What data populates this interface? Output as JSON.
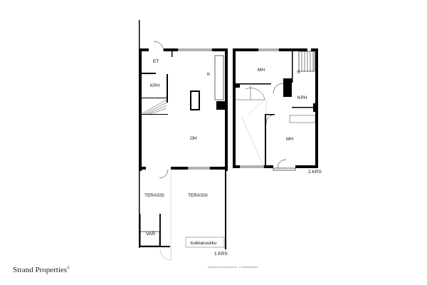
{
  "floor1": {
    "level_label": "1.KRS",
    "rooms": [
      "ET",
      "KPH",
      "K",
      "OH",
      "TERASSI",
      "TERASSI",
      "VAR."
    ],
    "planter_label": "kukkaruukku"
  },
  "floor2": {
    "level_label": "2.KRS",
    "rooms": [
      "MH",
      "S",
      "KPH",
      "MH"
    ]
  },
  "footer": {
    "brand": "Strand Properties",
    "brand_mark": "®",
    "note": "pohjakuva suuntaa antava - ei mittakaavassa"
  }
}
